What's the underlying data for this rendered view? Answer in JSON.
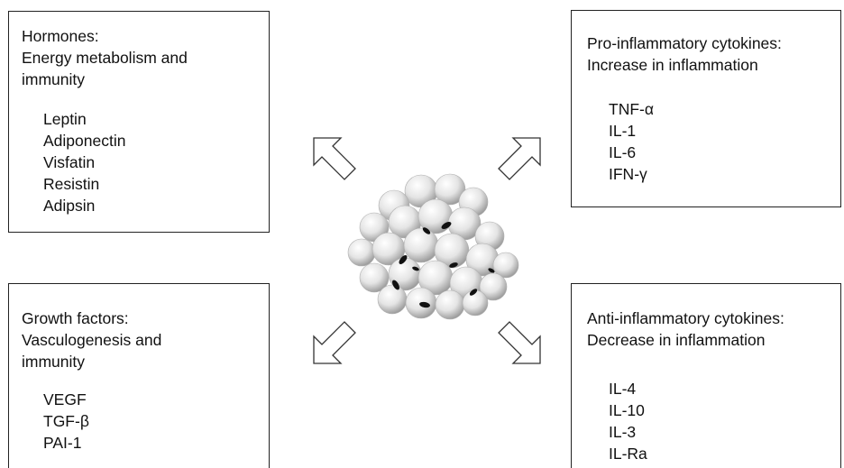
{
  "hormones": {
    "title": "Hormones:",
    "subtitle": "Energy metabolism and",
    "subtitle2": "immunity",
    "items": [
      "Leptin",
      "Adiponectin",
      "Visfatin",
      "Resistin",
      "Adipsin"
    ]
  },
  "pro_inflammatory": {
    "title": "Pro-inflammatory cytokines:",
    "subtitle": "Increase in inflammation",
    "items": [
      "TNF-α",
      "IL-1",
      "IL-6",
      "IFN-γ"
    ]
  },
  "growth_factors": {
    "title": "Growth factors:",
    "subtitle": "Vasculogenesis and",
    "subtitle2": "immunity",
    "items": [
      "VEGF",
      "TGF-β",
      "PAI-1"
    ]
  },
  "anti_inflammatory": {
    "title": "Anti-inflammatory cytokines:",
    "subtitle": "Decrease in inflammation",
    "items": [
      "IL-4",
      "IL-10",
      "IL-3",
      "IL-Ra"
    ]
  },
  "arrows": {
    "directions": [
      "up-left",
      "up-right",
      "down-left",
      "down-right"
    ],
    "fill": "#ffffff",
    "stroke": "#333333"
  },
  "center": {
    "icon": "adipocyte-cluster-icon",
    "cell_color": "#d6d6d6",
    "nucleus_color": "#111111"
  }
}
